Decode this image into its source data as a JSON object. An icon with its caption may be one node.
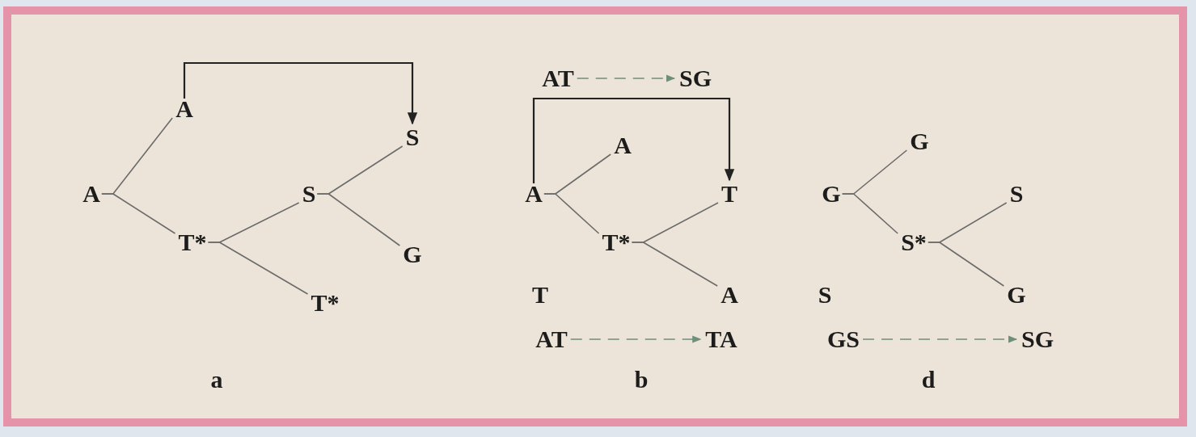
{
  "diagram": {
    "nodes": [
      {
        "text": [
          "A"
        ]
      },
      {
        "text": [
          "A"
        ]
      },
      {
        "text": [
          "T*"
        ]
      },
      {
        "text": [
          "S"
        ]
      },
      {
        "text": [
          "T*"
        ]
      },
      {
        "text": [
          "S"
        ]
      },
      {
        "text": [
          "G"
        ]
      },
      {
        "text": [
          "AT"
        ]
      },
      {
        "text": [
          "SG"
        ]
      },
      {
        "text": [
          "A"
        ]
      },
      {
        "text": [
          "A"
        ]
      },
      {
        "text": [
          "T*"
        ]
      },
      {
        "text": [
          "T"
        ]
      },
      {
        "text": [
          "A"
        ]
      },
      {
        "text": [
          "T"
        ]
      },
      {
        "text": [
          "AT"
        ]
      },
      {
        "text": [
          "TA"
        ]
      },
      {
        "text": [
          "G"
        ]
      },
      {
        "text": [
          "G"
        ]
      },
      {
        "text": [
          "S*"
        ]
      },
      {
        "text": [
          "S"
        ]
      },
      {
        "text": [
          "G"
        ]
      },
      {
        "text": [
          "S"
        ]
      },
      {
        "text": [
          "GS"
        ]
      },
      {
        "text": [
          "SG"
        ]
      }
    ],
    "edges": [
      {
        "from": 1,
        "to": 0,
        "arrow": "none"
      },
      {
        "from": 1,
        "to": 2,
        "arrow": "none"
      },
      {
        "from": 2,
        "to": 3,
        "arrow": "none"
      },
      {
        "from": 2,
        "to": 4,
        "arrow": "none"
      },
      {
        "from": 3,
        "to": 5,
        "arrow": "none"
      },
      {
        "from": 3,
        "to": 6,
        "arrow": "none"
      },
      {
        "from": 0,
        "to": 5,
        "arrow": "to",
        "color": "#222222"
      },
      {
        "from": 7,
        "to": 8,
        "arrow": "to",
        "style": "dashed",
        "color": "#6f8f7a"
      },
      {
        "from": 9,
        "to": 12,
        "arrow": "to",
        "color": "#222222"
      },
      {
        "from": 9,
        "to": 10,
        "arrow": "none"
      },
      {
        "from": 9,
        "to": 11,
        "arrow": "none"
      },
      {
        "from": 11,
        "to": 12,
        "arrow": "none"
      },
      {
        "from": 11,
        "to": 13,
        "arrow": "none"
      },
      {
        "from": 15,
        "to": 16,
        "arrow": "to",
        "style": "dashed",
        "color": "#6f8f7a"
      },
      {
        "from": 18,
        "to": 17,
        "arrow": "none"
      },
      {
        "from": 18,
        "to": 19,
        "arrow": "none"
      },
      {
        "from": 19,
        "to": 20,
        "arrow": "none"
      },
      {
        "from": 19,
        "to": 21,
        "arrow": "none"
      },
      {
        "from": 23,
        "to": 24,
        "arrow": "to",
        "style": "dashed",
        "color": "#6f8f7a"
      }
    ],
    "labels": [
      "a",
      "b",
      "d"
    ]
  }
}
